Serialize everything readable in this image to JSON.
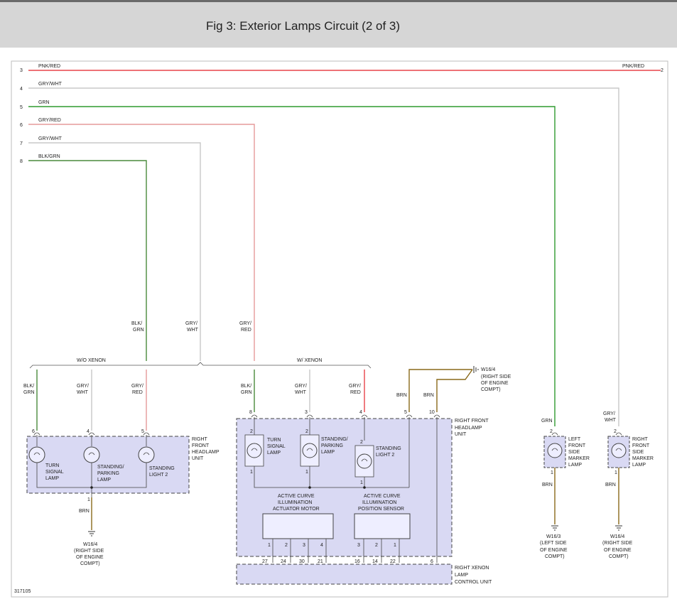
{
  "title": "Fig 3: Exterior Lamps Circuit (2 of 3)",
  "figure_number": "317105",
  "colors": {
    "pnk_red": "#e8434a",
    "gry_wht": "#c8c8c8",
    "grn": "#2f9a2f",
    "gry_red": "#e59a9a",
    "blk_grn": "#4a8a3c",
    "brn": "#8a6a1a",
    "component_fill": "#d9d9f3"
  },
  "wires": {
    "w3": {
      "pin_left": "3",
      "label_left": "PNK/RED",
      "label_right": "PNK/RED",
      "pin_right": "2"
    },
    "w4": {
      "pin": "4",
      "label": "GRY/WHT"
    },
    "w5": {
      "pin": "5",
      "label": "GRN"
    },
    "w6": {
      "pin": "6",
      "label": "GRY/RED"
    },
    "w7": {
      "pin": "7",
      "label": "GRY/WHT"
    },
    "w8": {
      "pin": "8",
      "label": "BLK/GRN"
    }
  },
  "splits": {
    "blk_grn": [
      "BLK/",
      "GRN"
    ],
    "gry_wht": [
      "GRY/",
      "WHT"
    ],
    "gry_red": [
      "GRY/",
      "RED"
    ],
    "wo_xenon": "W/O XENON",
    "w_xenon": "W/ XENON",
    "brn": "BRN",
    "grn": "GRN"
  },
  "left_unit": {
    "pins": [
      "6",
      "4",
      "5",
      "1"
    ],
    "lamps": [
      [
        "TURN",
        "SIGNAL",
        "LAMP"
      ],
      [
        "STANDING/",
        "PARKING",
        "LAMP"
      ],
      [
        "STANDING",
        "LIGHT 2"
      ]
    ],
    "name": [
      "RIGHT",
      "FRONT",
      "HEADLAMP",
      "UNIT"
    ],
    "ground": [
      "W16/4",
      "(RIGHT SIDE",
      "OF ENGINE",
      "COMPT)"
    ]
  },
  "center_unit": {
    "connector_pins": [
      "8",
      "3",
      "4",
      "5",
      "10"
    ],
    "lamp_top_pins": [
      "2",
      "2",
      "2"
    ],
    "lamp_bottom_pins": [
      "1",
      "1",
      "1"
    ],
    "lamps": [
      [
        "TURN",
        "SIGNAL",
        "LAMP"
      ],
      [
        "STANDING/",
        "PARKING",
        "LAMP"
      ],
      [
        "STANDING",
        "LIGHT 2"
      ]
    ],
    "name": [
      "RIGHT FRONT",
      "HEADLAMP",
      "UNIT"
    ],
    "motor": [
      "ACTIVE CURVE",
      "ILLUMINATION",
      "ACTUATOR MOTOR"
    ],
    "sensor": [
      "ACTIVE CURVE",
      "ILLUMINATION",
      "POSITION SENSOR"
    ],
    "motor_pins": [
      "1",
      "2",
      "3",
      "4"
    ],
    "sensor_pins": [
      "3",
      "2",
      "1"
    ],
    "control_pins": [
      "27",
      "24",
      "30",
      "21",
      "16",
      "14",
      "22",
      "6"
    ],
    "ground": [
      "W16/4",
      "(RIGHT SIDE",
      "OF ENGINE",
      "COMPT)"
    ]
  },
  "control_unit": [
    "RIGHT XENON",
    "LAMP",
    "CONTROL UNIT"
  ],
  "left_marker": {
    "pins": [
      "2",
      "1"
    ],
    "name": [
      "LEFT",
      "FRONT",
      "SIDE",
      "MARKER",
      "LAMP"
    ],
    "ground": [
      "W16/3",
      "(LEFT SIDE",
      "OF ENGINE",
      "COMPT)"
    ]
  },
  "right_marker": {
    "pins": [
      "2",
      "1"
    ],
    "name": [
      "RIGHT",
      "FRONT",
      "SIDE",
      "MARKER",
      "LAMP"
    ],
    "ground": [
      "W16/4",
      "(RIGHT SIDE",
      "OF ENGINE",
      "COMPT)"
    ]
  }
}
